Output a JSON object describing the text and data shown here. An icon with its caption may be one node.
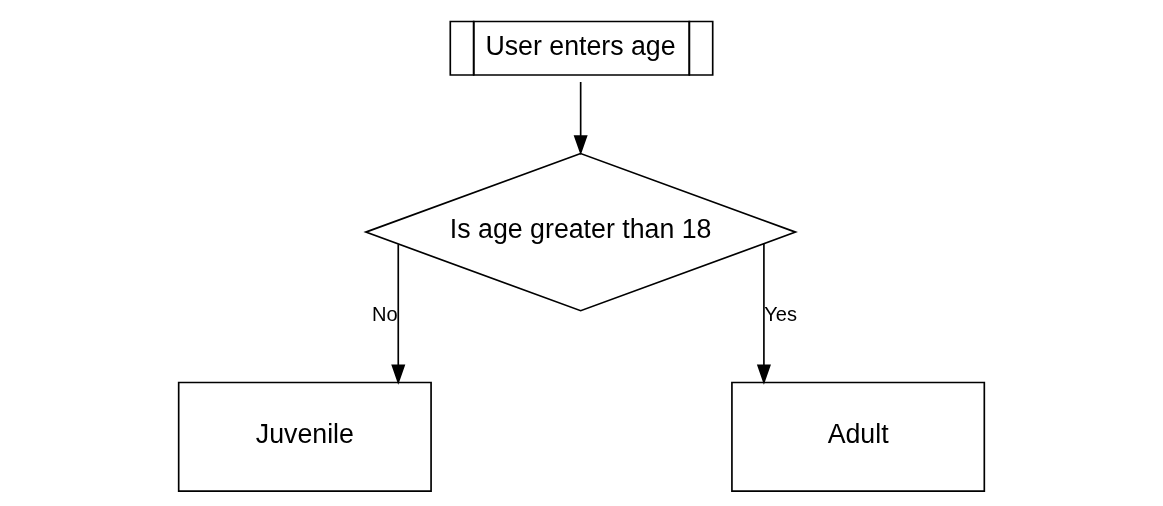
{
  "diagram": {
    "nodes": [
      {
        "text": [
          "User enters age"
        ]
      },
      {
        "text": [
          "Is age greater than 18"
        ]
      },
      {
        "text": [
          "Juvenile"
        ]
      },
      {
        "text": [
          "Adult"
        ]
      }
    ],
    "edges": [
      {
        "from": 0,
        "to": 1,
        "arrow": "to"
      },
      {
        "from": 1,
        "to": 2,
        "arrow": "to",
        "label": "No"
      },
      {
        "from": 1,
        "to": 3,
        "arrow": "to",
        "label": "Yes"
      }
    ]
  }
}
